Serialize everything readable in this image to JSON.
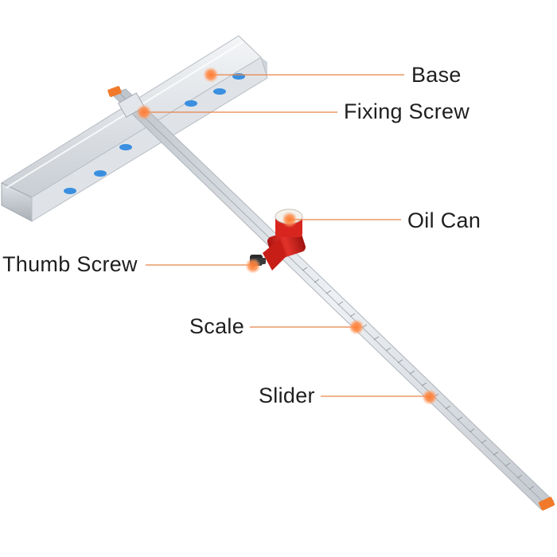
{
  "labels": {
    "base": "Base",
    "fixing_screw": "Fixing Screw",
    "oil_can": "Oil Can",
    "thumb_screw": "Thumb Screw",
    "scale": "Scale",
    "slider": "Slider"
  },
  "colors": {
    "background": "#ffffff",
    "aluminum": "#d9dde2",
    "accent_orange": "#f07a2a",
    "leader_line": "#e8834a",
    "cutter_red": "#d8261f",
    "suction_blue": "#3a8fe0",
    "text": "#1f1f1f"
  }
}
